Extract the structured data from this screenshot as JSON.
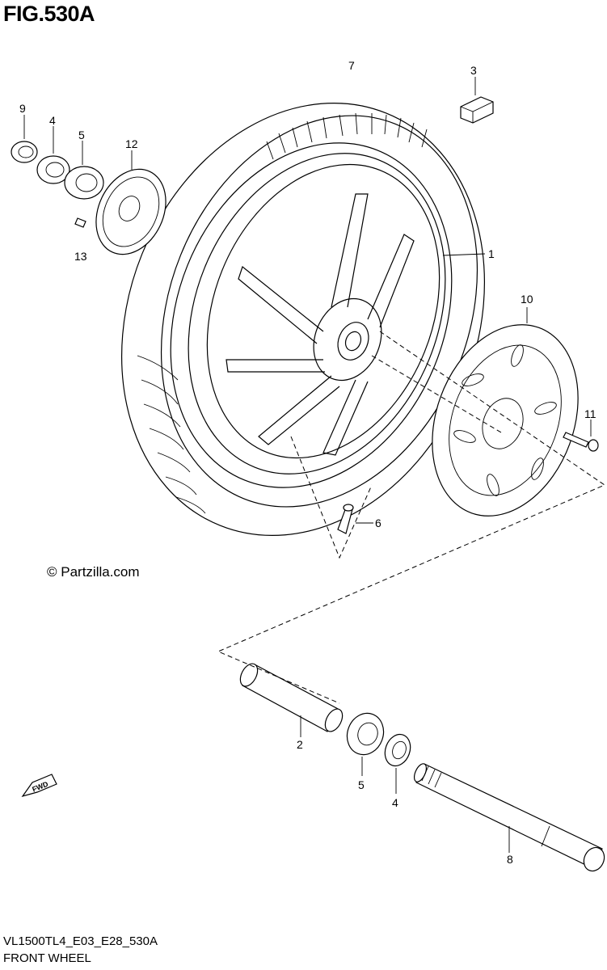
{
  "figure": {
    "title": "FIG.530A",
    "copyright": "© Partzilla.com",
    "code": "VL1500TL4_E03_E28_530A",
    "name": "FRONT WHEEL",
    "fwd_label": "FWD"
  },
  "callouts": [
    {
      "id": "1",
      "text": "1"
    },
    {
      "id": "2",
      "text": "2"
    },
    {
      "id": "3",
      "text": "3"
    },
    {
      "id": "4a",
      "text": "4"
    },
    {
      "id": "4b",
      "text": "4"
    },
    {
      "id": "5a",
      "text": "5"
    },
    {
      "id": "5b",
      "text": "5"
    },
    {
      "id": "6",
      "text": "6"
    },
    {
      "id": "7",
      "text": "7"
    },
    {
      "id": "8",
      "text": "8"
    },
    {
      "id": "9",
      "text": "9"
    },
    {
      "id": "10",
      "text": "10"
    },
    {
      "id": "11",
      "text": "11"
    },
    {
      "id": "12",
      "text": "12"
    },
    {
      "id": "13",
      "text": "13"
    }
  ]
}
